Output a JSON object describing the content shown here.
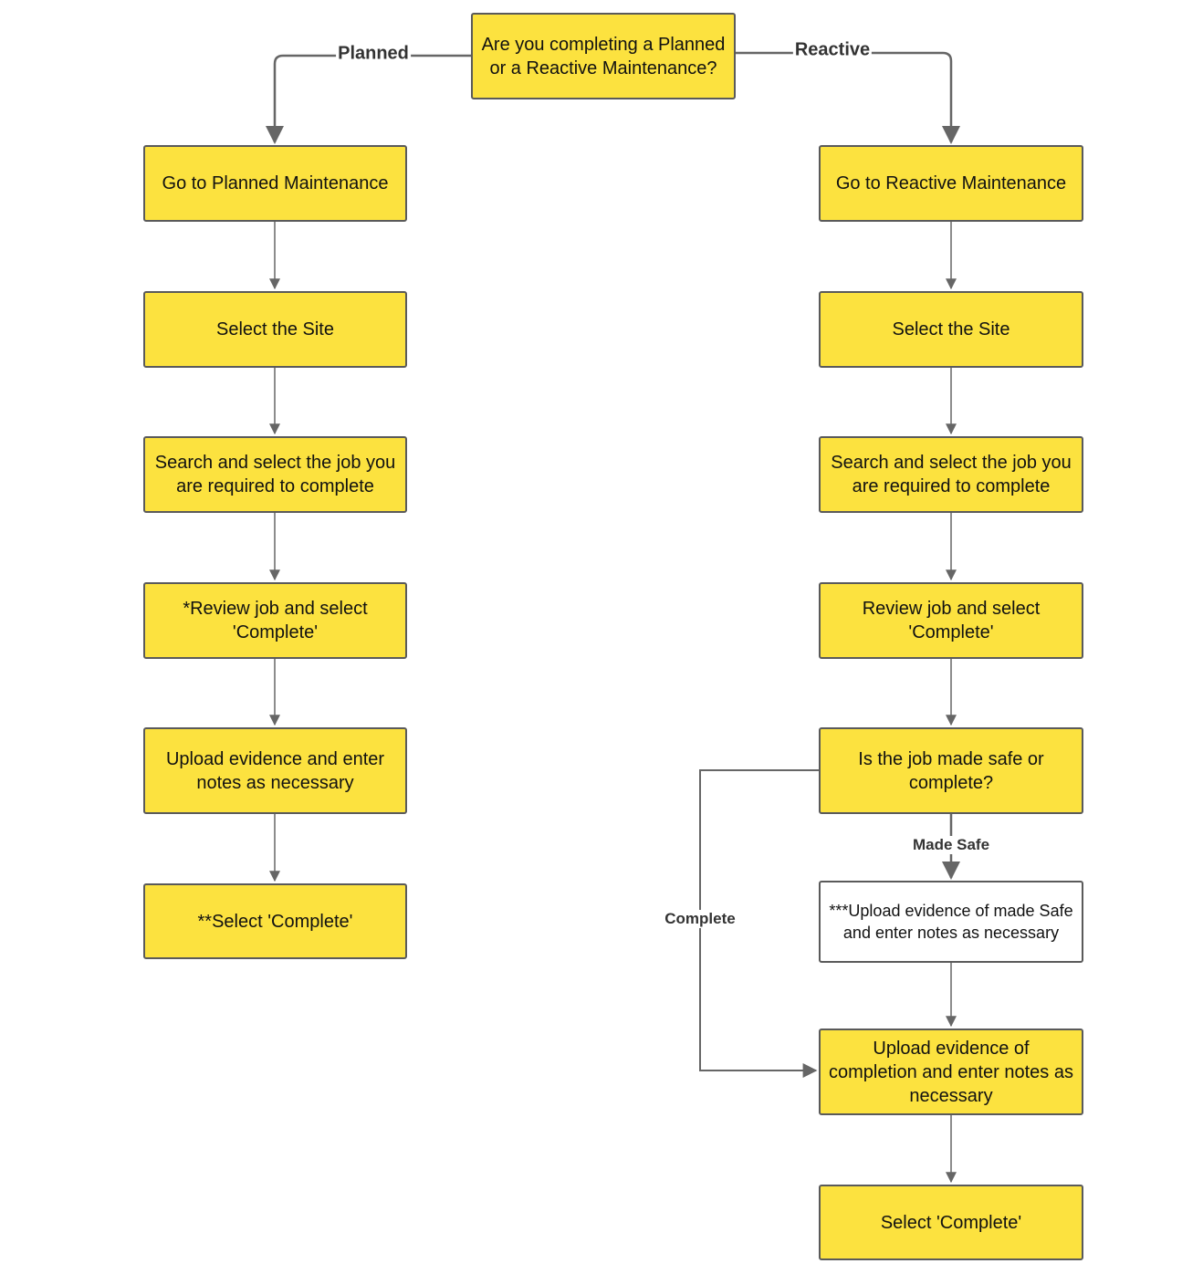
{
  "nodes": {
    "start": "Are you completing a Planned or a Reactive Maintenance?",
    "planned": {
      "go_to": "Go to Planned Maintenance",
      "select_site": "Select the Site",
      "search_job": "Search and select the job you are required to complete",
      "review": "*Review job and select 'Complete'",
      "upload": "Upload evidence and enter notes as necessary",
      "select_complete": "**Select 'Complete'"
    },
    "reactive": {
      "go_to": "Go to Reactive Maintenance",
      "select_site": "Select the Site",
      "search_job": "Search and select the job you are required to complete",
      "review": "Review job and select 'Complete'",
      "decision": "Is the job made safe or complete?",
      "upload_safe": "***Upload evidence of made Safe and enter notes as necessary",
      "upload_completion": "Upload evidence of completion and enter notes as necessary",
      "select_complete": "Select 'Complete'"
    }
  },
  "edge_labels": {
    "planned": "Planned",
    "reactive": "Reactive",
    "made_safe": "Made Safe",
    "complete": "Complete"
  },
  "colors": {
    "node_fill": "#fce23f",
    "node_fill_white": "#ffffff",
    "border": "#5a5a5a",
    "connector": "#666666"
  }
}
